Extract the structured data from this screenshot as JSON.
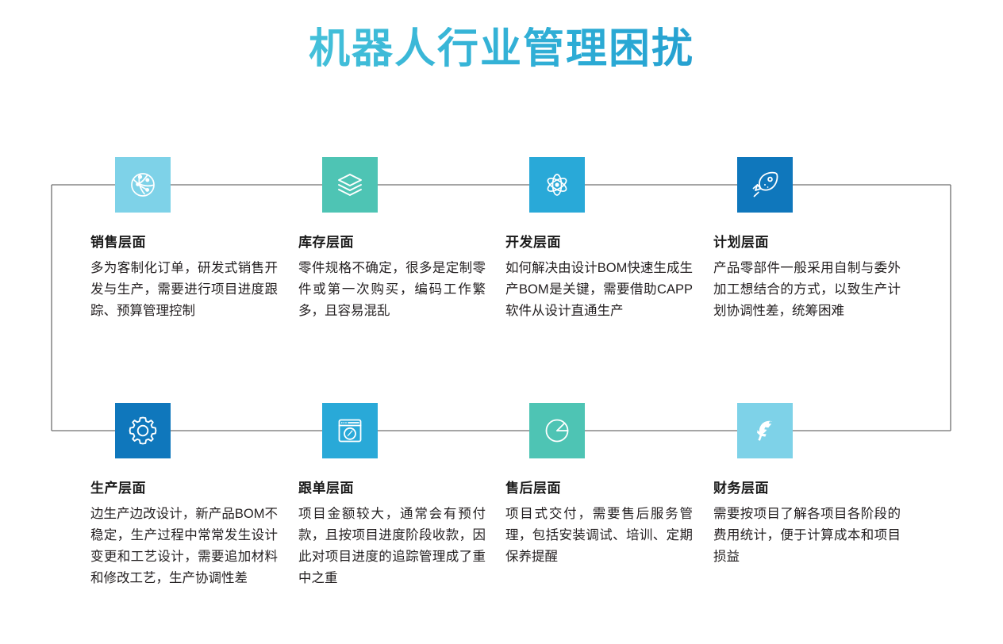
{
  "title": "机器人行业管理困扰",
  "theme": {
    "title_gradient_from": "#5ecfe0",
    "title_gradient_to": "#1c7fc0",
    "connector_line": "#6f6f6f",
    "text": "#231f20",
    "background": "#ffffff"
  },
  "cards": [
    {
      "icon": "globe-network-icon",
      "tile_color": "#7ed2e8",
      "title": "销售层面",
      "body": "多为客制化订单，研发式销售开发与生产，需要进行项目进度跟踪、预算管理控制"
    },
    {
      "icon": "layers-stack-icon",
      "tile_color": "#4ec4b4",
      "title": "库存层面",
      "body": "零件规格不确定，很多是定制零件或第一次购买，编码工作繁多，且容易混乱"
    },
    {
      "icon": "atom-icon",
      "tile_color": "#29a9d8",
      "title": "开发层面",
      "body": "如何解决由设计BOM快速生成生产BOM是关键，需要借助CAPP软件从设计直通生产"
    },
    {
      "icon": "rocket-icon",
      "tile_color": "#0f77bc",
      "title": "计划层面",
      "body": "产品零部件一般采用自制与委外加工想结合的方式，以致生产计划协调性差，统筹困难"
    },
    {
      "icon": "gear-icon",
      "tile_color": "#0f77bc",
      "title": "生产层面",
      "body": "边生产边改设计，新产品BOM不稳定，生产过程中常常发生设计变更和工艺设计，需要追加材料和修改工艺，生产协调性差"
    },
    {
      "icon": "browser-compass-icon",
      "tile_color": "#29a9d8",
      "title": "跟单层面",
      "body": "项目金额较大，通常会有预付款，且按项目进度阶段收款，因此对项目进度的追踪管理成了重中之重"
    },
    {
      "icon": "pie-chart-icon",
      "tile_color": "#4ec4b4",
      "title": "售后层面",
      "body": "项目式交付，需要售后服务管理，包括安装调试、培训、定期保养提醒"
    },
    {
      "icon": "feather-icon",
      "tile_color": "#7ed2e8",
      "title": "财务层面",
      "body": "需要按项目了解各项目各阶段的费用统计，便于计算成本和项目损益"
    }
  ]
}
